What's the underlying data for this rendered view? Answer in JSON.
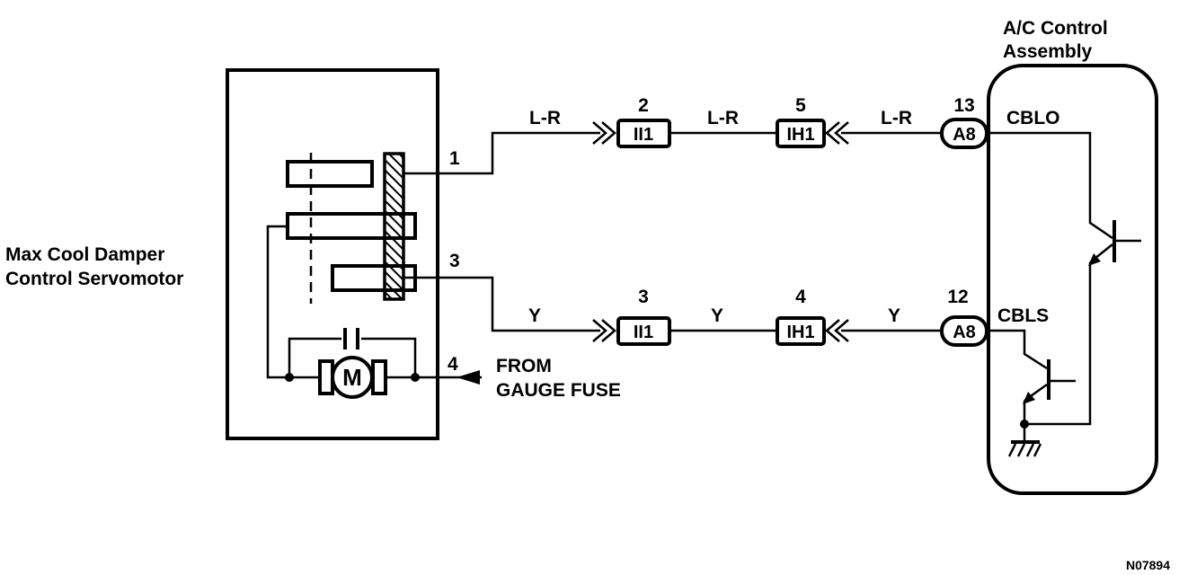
{
  "servo": {
    "label_line1": "Max Cool Damper",
    "label_line2": "Control Servomotor",
    "motor_letter": "M",
    "pins": [
      "1",
      "3",
      "4"
    ]
  },
  "feed": {
    "line1": "FROM",
    "line2": "GAUGE FUSE"
  },
  "ac_control": {
    "title_line1": "A/C Control",
    "title_line2": "Assembly",
    "terminals": [
      "CBLO",
      "CBLS"
    ]
  },
  "upper_circuit": {
    "wire_colors": [
      "L-R",
      "L-R",
      "L-R"
    ],
    "connectors": [
      {
        "pin": "2",
        "code": "II1"
      },
      {
        "pin": "5",
        "code": "IH1"
      },
      {
        "pin": "13",
        "code": "A8"
      }
    ]
  },
  "lower_circuit": {
    "wire_colors": [
      "Y",
      "Y",
      "Y"
    ],
    "connectors": [
      {
        "pin": "3",
        "code": "II1"
      },
      {
        "pin": "4",
        "code": "IH1"
      },
      {
        "pin": "12",
        "code": "A8"
      }
    ]
  },
  "figure_ref": "N07894"
}
